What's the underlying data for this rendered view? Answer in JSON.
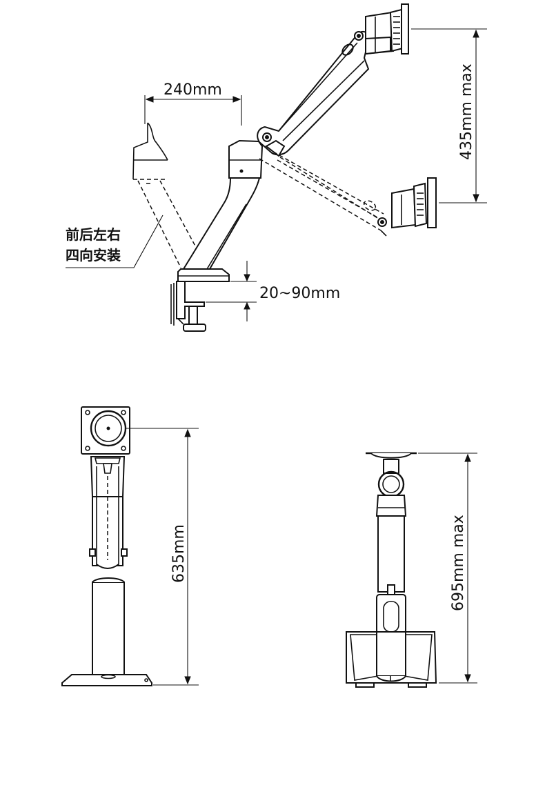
{
  "labels": {
    "reach_width": "240mm",
    "height_range": "435mm max",
    "clamp_range": "20~90mm",
    "rotation_line1": "前后左右",
    "rotation_line2": "四向安装",
    "total_height": "635mm",
    "max_height": "695mm max"
  },
  "colors": {
    "line": "#111111",
    "background": "#ffffff"
  }
}
